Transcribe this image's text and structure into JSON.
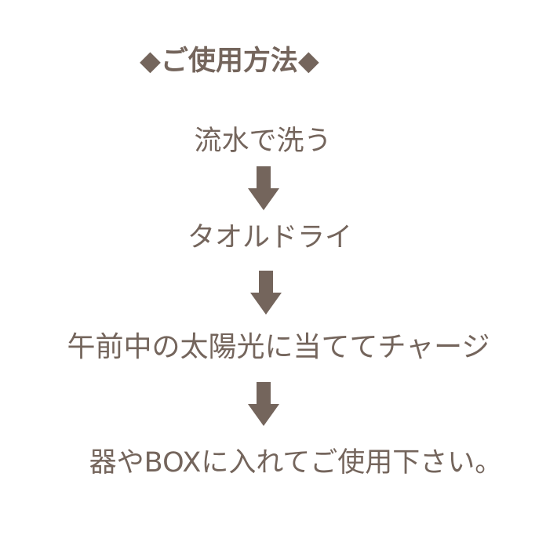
{
  "title": "◆ご使用方法◆",
  "steps": [
    "流水で洗う",
    "タオルドライ",
    "午前中の太陽光に当ててチャージ",
    "器やBOXに入れてご使用下さい。"
  ],
  "colors": {
    "text": "#74655c",
    "arrow": "#74655c",
    "background": "#ffffff"
  },
  "icons": [
    "down-arrow-icon",
    "down-arrow-icon",
    "down-arrow-icon"
  ]
}
